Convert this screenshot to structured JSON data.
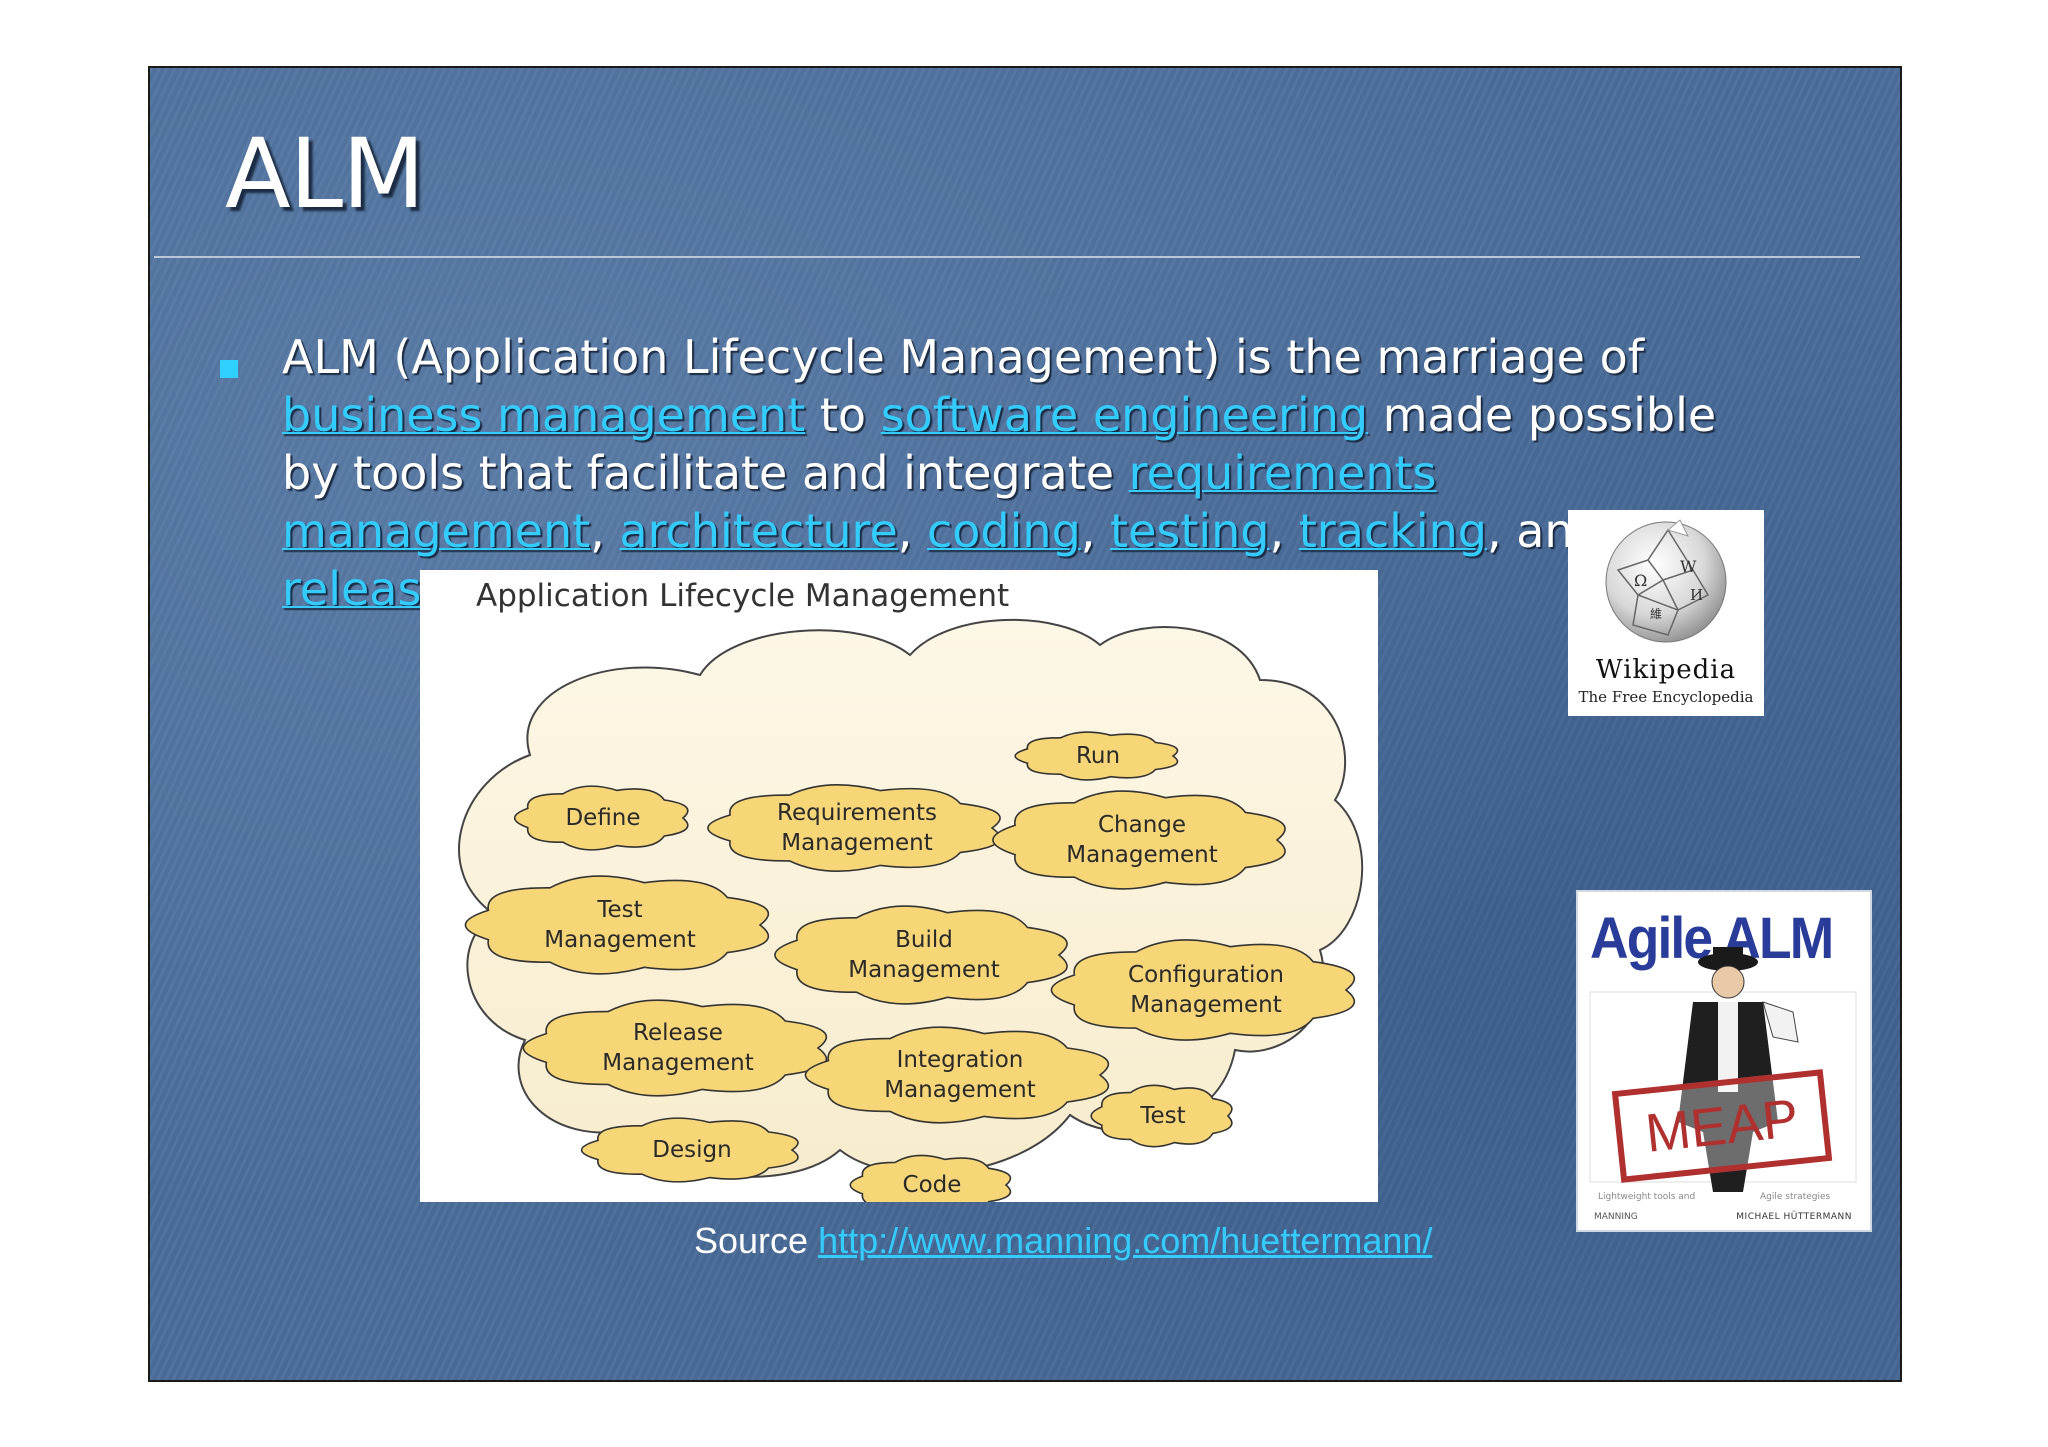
{
  "slide": {
    "title": "ALM",
    "bullet": {
      "t1": "ALM (Application Lifecycle Management) is the marriage of ",
      "link_business_management": "business management",
      "t2": " to ",
      "link_software_engineering": "software engineering",
      "t3": " made possible by tools that facilitate and integrate ",
      "link_requirements_management": "requirements management",
      "t4": ", ",
      "link_architecture": "architecture",
      "t5": ", ",
      "link_coding": "coding",
      "t6": ", ",
      "link_testing": "testing",
      "t7": ", ",
      "link_tracking": "tracking",
      "t8": ", and ",
      "link_release_management": "release management",
      "t9": "."
    },
    "diagram": {
      "title": "Application Lifecycle Management",
      "clouds": [
        "Run",
        "Define",
        "Requirements\nManagement",
        "Change\nManagement",
        "Test\nManagement",
        "Build\nManagement",
        "Configuration\nManagement",
        "Release\nManagement",
        "Integration\nManagement",
        "Test",
        "Design",
        "Code"
      ]
    },
    "wikipedia": {
      "name": "Wikipedia",
      "tagline": "The Free Encyclopedia"
    },
    "book": {
      "title": "Agile ALM",
      "stamp": "MEAP",
      "left_note": "Lightweight tools and",
      "right_note": "Agile strategies",
      "author": "MICHAEL HÜTTERMANN",
      "publisher": "MANNING"
    },
    "source": {
      "label": "Source ",
      "url": "http://www.manning.com/huettermann/"
    }
  }
}
